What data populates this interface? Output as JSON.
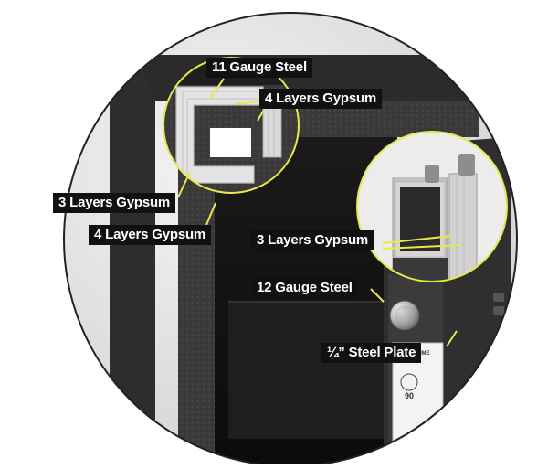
{
  "callouts": {
    "gauge11_steel": "11 Gauge Steel",
    "four_layers_gypsum_top": "4 Layers Gypsum",
    "three_layers_gypsum_left": "3 Layers Gypsum",
    "four_layers_gypsum_left": "4 Layers Gypsum",
    "three_layers_gypsum_right": "3 Layers Gypsum",
    "gauge12_steel": "12 Gauge Steel",
    "steel_plate": "¼” Steel Plate"
  },
  "door_label": {
    "brand_text": "LIFETIME",
    "rating_number": "90"
  },
  "colors": {
    "callout_bg": "#111111",
    "callout_text": "#ffffff",
    "leader_line": "#e8e84a",
    "safe_body": "#3a3a3a",
    "gypsum": "#e6e6e6"
  }
}
